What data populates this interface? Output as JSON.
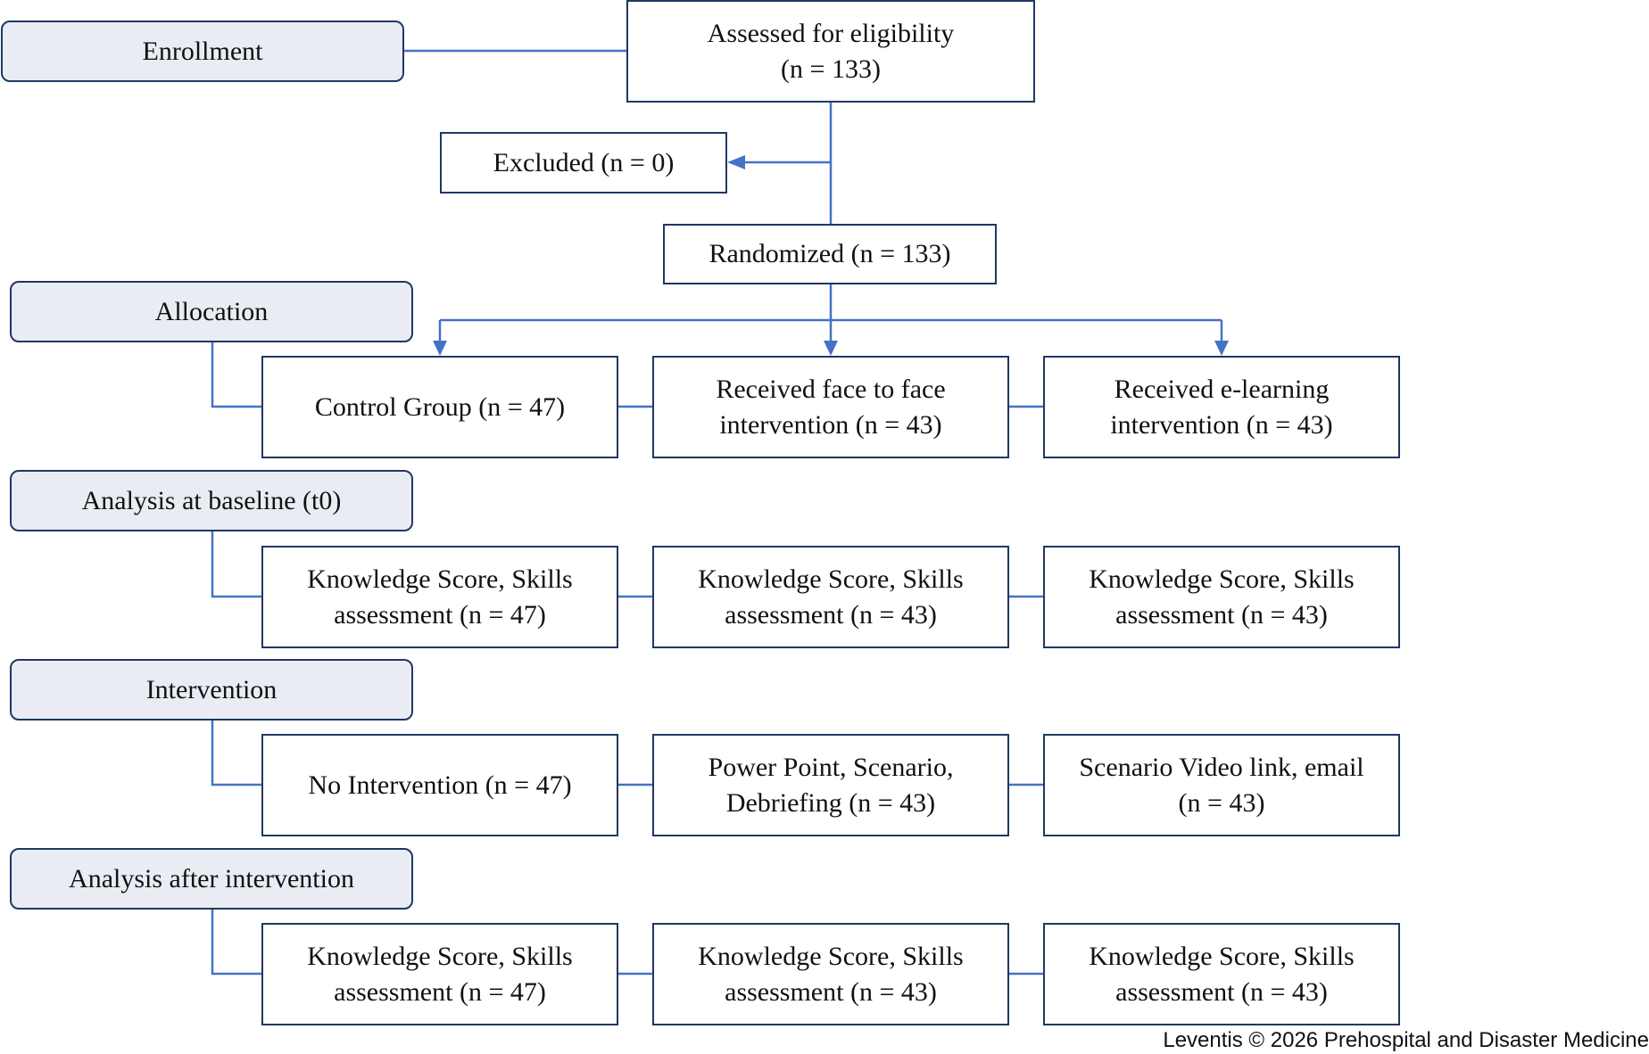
{
  "colors": {
    "connector": "#4472c4",
    "box_border": "#1f3864",
    "stage_fill": "#e9ecf3"
  },
  "stages": {
    "enrollment": "Enrollment",
    "allocation": "Allocation",
    "baseline": "Analysis at baseline (t0)",
    "intervention": "Intervention",
    "after": "Analysis after intervention"
  },
  "enrollment": {
    "assessed_line1": "Assessed for eligibility",
    "assessed_line2": "(n = 133)",
    "excluded": "Excluded (n = 0)",
    "randomized": "Randomized (n = 133)"
  },
  "allocation": {
    "control": "Control Group (n = 47)",
    "face_line1": "Received face to face",
    "face_line2": "intervention (n = 43)",
    "elearn_line1": "Received e-learning",
    "elearn_line2": "intervention (n = 43)"
  },
  "baseline": {
    "control_line1": "Knowledge Score, Skills",
    "control_line2": "assessment (n = 47)",
    "face_line1": "Knowledge Score, Skills",
    "face_line2": "assessment (n = 43)",
    "elearn_line1": "Knowledge Score, Skills",
    "elearn_line2": "assessment (n = 43)"
  },
  "intervention": {
    "control": "No Intervention (n = 47)",
    "face_line1": "Power Point, Scenario,",
    "face_line2": "Debriefing (n = 43)",
    "elearn_line1": "Scenario Video link, email",
    "elearn_line2": "(n = 43)"
  },
  "after": {
    "control_line1": "Knowledge Score, Skills",
    "control_line2": "assessment (n = 47)",
    "face_line1": "Knowledge Score, Skills",
    "face_line2": "assessment (n = 43)",
    "elearn_line1": "Knowledge Score, Skills",
    "elearn_line2": "assessment (n = 43)"
  },
  "credit": "Leventis © 2026 Prehospital and Disaster Medicine"
}
